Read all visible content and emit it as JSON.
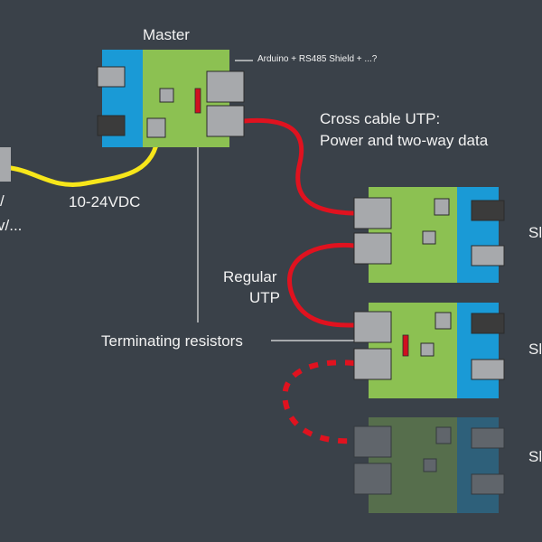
{
  "labels": {
    "master": "Master",
    "arduino_note": "Arduino + RS485 Shield + ...?",
    "cross_cable_line1": "Cross cable UTP:",
    "cross_cable_line2": "Power and two-way data",
    "voltage": "10-24VDC",
    "regular_line1": "Regular",
    "regular_line2": "UTP",
    "terminating": "Terminating resistors",
    "left_partial_1": "/",
    "left_partial_2": "v/...",
    "slave_partial_1": "Sl",
    "slave_partial_2": "Sl",
    "slave_partial_3": "Sl"
  },
  "colors": {
    "background": "#3a4149",
    "board_green": "#8cc152",
    "board_blue": "#1a9ad6",
    "connector_gray": "#a7a9ac",
    "connector_dark": "#3b3b3b",
    "resistor_red": "#d0101f",
    "utp_red": "#e0121f",
    "power_yellow": "#f7e61a",
    "label_white": "#f2f2f2"
  }
}
